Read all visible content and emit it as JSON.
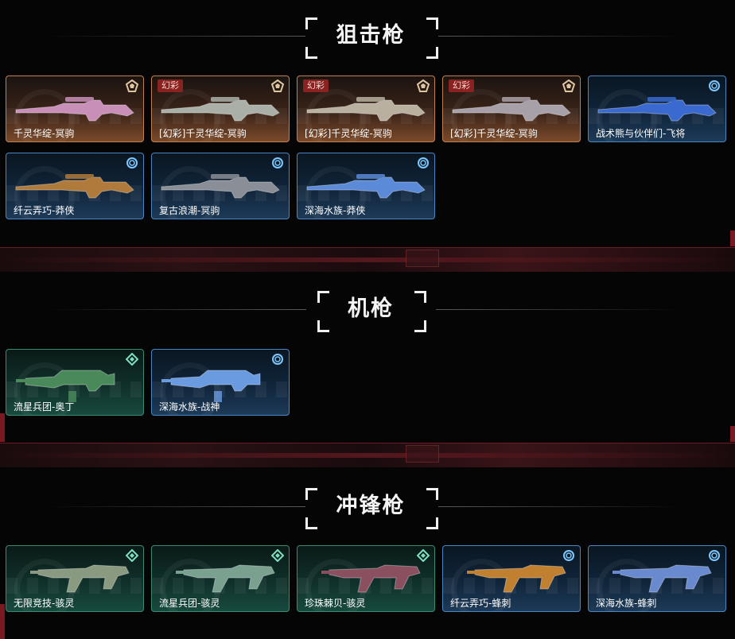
{
  "sections": [
    {
      "title": "狙击枪",
      "items": [
        {
          "name": "千灵华绽-冥驹",
          "badge": "",
          "tier": "gold-tier-icon",
          "theme": "gold",
          "gun": "#c88fb8"
        },
        {
          "name": "[幻彩]千灵华绽-冥驹",
          "badge": "幻彩",
          "tier": "gold-tier-icon",
          "theme": "gold",
          "gun": "#aab0a8"
        },
        {
          "name": "[幻彩]千灵华绽-冥驹",
          "badge": "幻彩",
          "tier": "gold-tier-icon",
          "theme": "gold",
          "gun": "#b9b0a0"
        },
        {
          "name": "[幻彩]千灵华绽-冥驹",
          "badge": "幻彩",
          "tier": "gold-tier-icon",
          "theme": "gold",
          "gun": "#a8a0a8"
        },
        {
          "name": "战术熊与伙伴们-飞将",
          "badge": "",
          "tier": "blue-tier-icon",
          "theme": "blue",
          "gun": "#3a6ad0"
        },
        {
          "name": "纤云弄巧-莽侠",
          "badge": "",
          "tier": "blue-tier-icon",
          "theme": "blue",
          "gun": "#b07a3a"
        },
        {
          "name": "复古浪潮-冥驹",
          "badge": "",
          "tier": "blue-tier-icon",
          "theme": "blue",
          "gun": "#8a8e96"
        },
        {
          "name": "深海水族-莽侠",
          "badge": "",
          "tier": "blue-tier-icon",
          "theme": "blue",
          "gun": "#5a8ad8"
        }
      ]
    },
    {
      "title": "机枪",
      "items": [
        {
          "name": "流星兵团-奥丁",
          "badge": "",
          "tier": "green-tier-icon",
          "theme": "green",
          "gun": "#4a8a5a"
        },
        {
          "name": "深海水族-战神",
          "badge": "",
          "tier": "blue-tier-icon",
          "theme": "blue",
          "gun": "#6a9ae0"
        }
      ]
    },
    {
      "title": "冲锋枪",
      "items": [
        {
          "name": "无限竞技-骇灵",
          "badge": "",
          "tier": "green-tier-icon",
          "theme": "green",
          "gun": "#8a9a80"
        },
        {
          "name": "流星兵团-骇灵",
          "badge": "",
          "tier": "green-tier-icon",
          "theme": "green",
          "gun": "#7aa090"
        },
        {
          "name": "珍珠棘贝-骇灵",
          "badge": "",
          "tier": "green-tier-icon",
          "theme": "green",
          "gun": "#8a5060"
        },
        {
          "name": "纤云弄巧-蜂刺",
          "badge": "",
          "tier": "blue-tier-icon",
          "theme": "blue",
          "gun": "#c08030"
        },
        {
          "name": "深海水族-蜂刺",
          "badge": "",
          "tier": "blue-tier-icon",
          "theme": "blue",
          "gun": "#6a8ad0"
        }
      ]
    }
  ]
}
